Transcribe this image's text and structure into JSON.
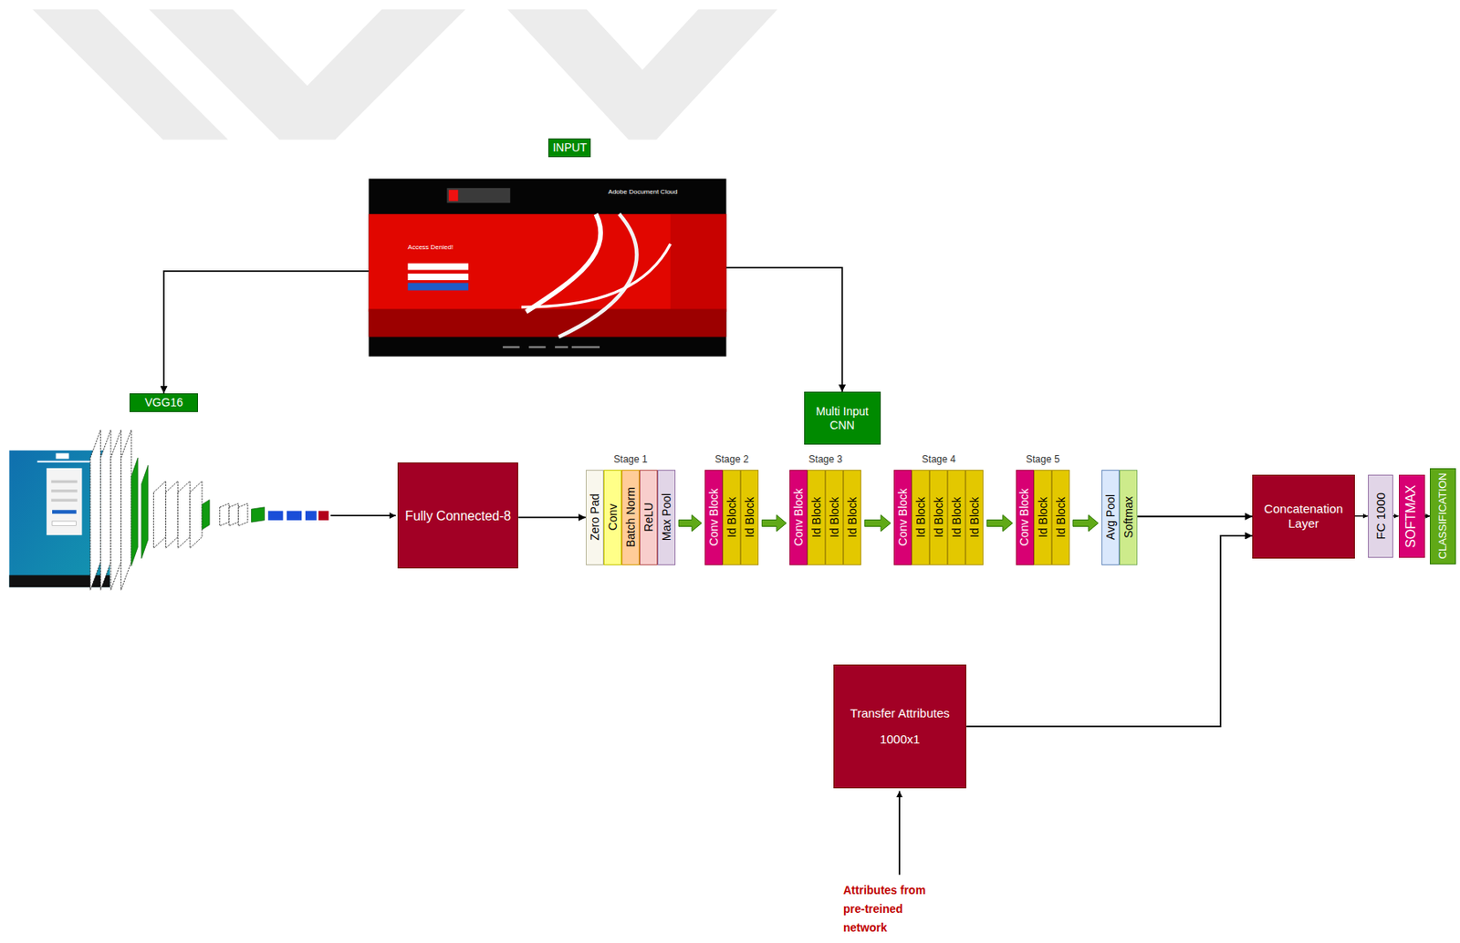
{
  "diagram": {
    "nodes": [
      {
        "text": [
          "INPUT"
        ]
      },
      {
        "text": [
          "Adobe Document Cloud",
          "Access Denied!"
        ]
      },
      {
        "text": [
          "VGG16"
        ]
      },
      {
        "text": [
          "Multi Input CNN"
        ]
      },
      {
        "text": [
          "Fully Connected-8"
        ]
      },
      {
        "text": [
          "Stage 1"
        ]
      },
      {
        "text": [
          "Zero Pad"
        ],
        "in": 5
      },
      {
        "text": [
          "Conv"
        ],
        "in": 5
      },
      {
        "text": [
          "Batch Norm"
        ],
        "in": 5
      },
      {
        "text": [
          "ReLU"
        ],
        "in": 5
      },
      {
        "text": [
          "Max Pool"
        ],
        "in": 5
      },
      {
        "text": [
          "Stage 2"
        ]
      },
      {
        "text": [
          "Conv Block"
        ],
        "in": 11
      },
      {
        "text": [
          "Id Block"
        ],
        "in": 11
      },
      {
        "text": [
          "Id Block"
        ],
        "in": 11
      },
      {
        "text": [
          "Stage 3"
        ]
      },
      {
        "text": [
          "Conv Block"
        ],
        "in": 15
      },
      {
        "text": [
          "Id Block"
        ],
        "in": 15
      },
      {
        "text": [
          "Id Block"
        ],
        "in": 15
      },
      {
        "text": [
          "Id Block"
        ],
        "in": 15
      },
      {
        "text": [
          "Stage 4"
        ]
      },
      {
        "text": [
          "Conv Block"
        ],
        "in": 20
      },
      {
        "text": [
          "Id Block"
        ],
        "in": 20
      },
      {
        "text": [
          "Id Block"
        ],
        "in": 20
      },
      {
        "text": [
          "Id Block"
        ],
        "in": 20
      },
      {
        "text": [
          "Id Block"
        ],
        "in": 20
      },
      {
        "text": [
          "Stage 5"
        ]
      },
      {
        "text": [
          "Conv Block"
        ],
        "in": 26
      },
      {
        "text": [
          "Id Block"
        ],
        "in": 26
      },
      {
        "text": [
          "Id Block"
        ],
        "in": 26
      },
      {
        "text": [
          "Avg Pool"
        ]
      },
      {
        "text": [
          "Softmax"
        ]
      },
      {
        "text": [
          "Concatenation Layer"
        ]
      },
      {
        "text": [
          "FC 1000"
        ]
      },
      {
        "text": [
          "SOFTMAX"
        ]
      },
      {
        "text": [
          "CLASSIFICATION"
        ]
      },
      {
        "text": [
          "Transfer Attributes",
          "1000x1"
        ]
      }
    ],
    "edges": [
      {
        "from": 1,
        "to": 2,
        "arrow": "to"
      },
      {
        "from": 1,
        "to": 3,
        "arrow": "to"
      },
      {
        "from": 4,
        "to": 5,
        "arrow": "to"
      },
      {
        "from": 5,
        "to": 11,
        "arrow": "to"
      },
      {
        "from": 11,
        "to": 15,
        "arrow": "to"
      },
      {
        "from": 15,
        "to": 20,
        "arrow": "to"
      },
      {
        "from": 20,
        "to": 26,
        "arrow": "to"
      },
      {
        "from": 26,
        "to": 30,
        "arrow": "to"
      },
      {
        "from": 31,
        "to": 32,
        "arrow": "to"
      },
      {
        "from": 36,
        "to": 32,
        "arrow": "to"
      },
      {
        "from": 32,
        "to": 33,
        "arrow": "to"
      },
      {
        "from": 33,
        "to": 34,
        "arrow": "to"
      },
      {
        "from": 34,
        "to": 35,
        "arrow": "to"
      }
    ],
    "labels": [
      "Attributes from pre-treined network"
    ]
  }
}
